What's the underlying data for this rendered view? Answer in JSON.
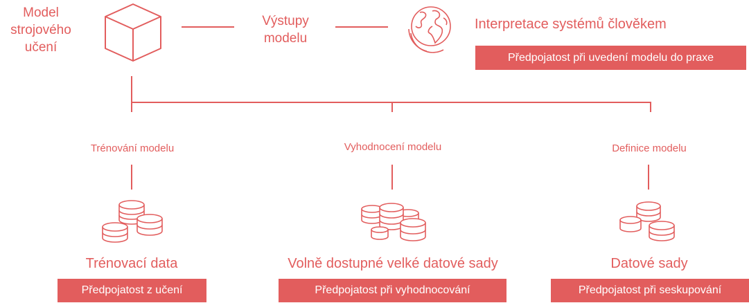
{
  "top": {
    "model_title": "Model strojového učení",
    "outputs_label": "Výstupy modelu",
    "interpretation_label": "Interpretace systémů člověkem",
    "deploy_bias_tag": "Předpojatost při uvedení modelu do praxe"
  },
  "branches": [
    {
      "stage_label": "Trénování modelu",
      "data_label": "Trénovací data",
      "bias_tag": "Předpojatost z učení"
    },
    {
      "stage_label": "Vyhodnocení modelu",
      "data_label": "Volně dostupné velké datové sady",
      "bias_tag": "Předpojatost při vyhodnocování"
    },
    {
      "stage_label": "Definice modelu",
      "data_label": "Datové sady",
      "bias_tag": "Předpojatost při seskupování"
    }
  ],
  "icons": {
    "model": "cube-icon",
    "interpretation": "globe-icon",
    "data": "database-stack-icon"
  },
  "colors": {
    "accent": "#e25d5d",
    "tag_text": "#ffffff",
    "background": "#ffffff"
  }
}
